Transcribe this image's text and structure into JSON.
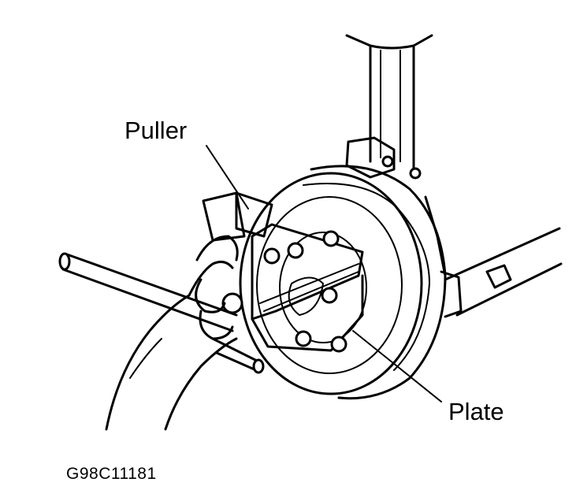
{
  "labels": {
    "puller": "Puller",
    "plate": "Plate",
    "figure_code": "G98C11181"
  },
  "colors": {
    "line": "#000000",
    "background": "#ffffff"
  }
}
